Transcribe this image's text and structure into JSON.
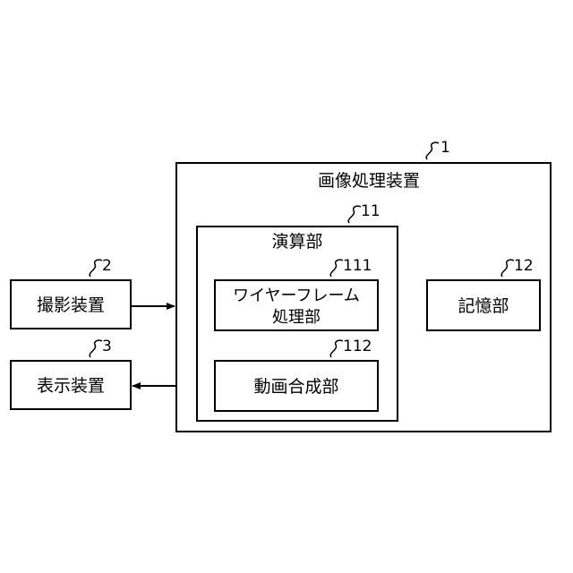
{
  "image_processing_device": {
    "title": "画像処理装置",
    "ref": "1"
  },
  "calculation_unit": {
    "title": "演算部",
    "ref": "11"
  },
  "wireframe_unit": {
    "line1": "ワイヤーフレーム",
    "line2": "処理部",
    "ref": "111"
  },
  "video_synthesis_unit": {
    "title": "動画合成部",
    "ref": "112"
  },
  "storage_unit": {
    "title": "記憶部",
    "ref": "12"
  },
  "imaging_device": {
    "title": "撮影装置",
    "ref": "2"
  },
  "display_device": {
    "title": "表示装置",
    "ref": "3"
  }
}
